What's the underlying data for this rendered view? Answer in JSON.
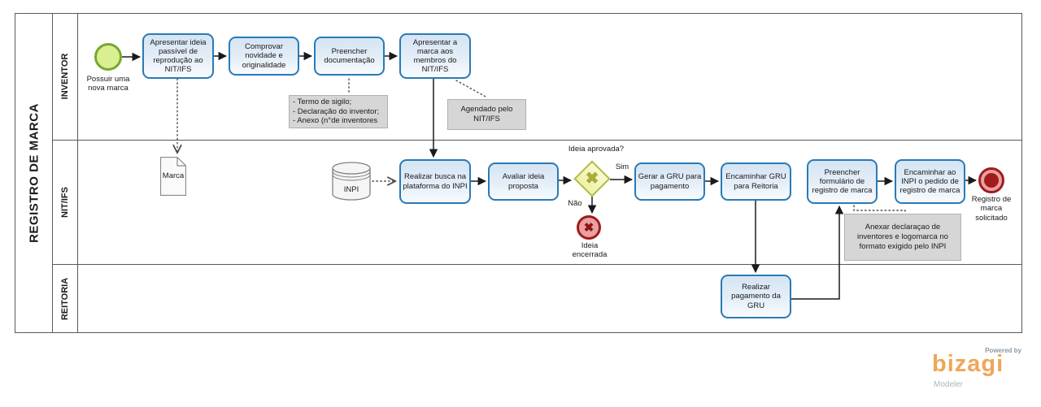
{
  "pool": {
    "title": "REGISTRO DE MARCA"
  },
  "lanes": [
    {
      "label": "INVENTOR"
    },
    {
      "label": "NIT/IFS"
    },
    {
      "label": "REITORIA"
    }
  ],
  "events": {
    "start": {
      "label": "Possuir uma nova marca"
    },
    "end_cancel": {
      "label": "Ideia encerrada"
    },
    "end_terminate": {
      "label": "Registro de marca solicitado"
    }
  },
  "tasks": [
    {
      "label": "Apresentar ideia passível de reprodução ao NIT/IFS"
    },
    {
      "label": "Comprovar novidade e originalidade"
    },
    {
      "label": "Preencher documentação"
    },
    {
      "label": "Apresentar a marca aos membros do NIT/IFS"
    },
    {
      "label": "Realizar busca na plataforma do INPI"
    },
    {
      "label": "Avaliar ideia proposta"
    },
    {
      "label": "Gerar a GRU para pagamento"
    },
    {
      "label": "Encaminhar GRU para Reitoria"
    },
    {
      "label": "Preencher formulário de registro de marca"
    },
    {
      "label": "Encaminhar ao INPI o pedido de registro de marca"
    },
    {
      "label": "Realizar pagamento da GRU"
    }
  ],
  "gateway": {
    "question": "Ideia aprovada?",
    "yes": "Sim",
    "no": "Não"
  },
  "artifacts": {
    "data_object": {
      "label": "Marca"
    },
    "data_store": {
      "label": "INPI"
    },
    "annotations": [
      {
        "lines": [
          "- Termo de sigilo;",
          "- Declaração do inventor;",
          "- Anexo (n°de inventores"
        ]
      },
      {
        "label": "Agendado pelo NIT/IFS"
      },
      {
        "label": "Anexar declaraçao de inventores e logomarca no formato exigido pelo INPI"
      }
    ]
  },
  "icons": {
    "gateway_x": "✖",
    "end_cancel_x": "✖"
  },
  "logo": {
    "powered_by": "Powered by",
    "brand": "bizagi",
    "product": "Modeler"
  },
  "colors": {
    "task_border": "#2a7ab5",
    "start_green": "#79a730",
    "gateway_olive": "#b5ba44",
    "end_red": "#a01c1c",
    "annotation_gray": "#d6d6d6",
    "logo_orange": "#f0a558"
  }
}
